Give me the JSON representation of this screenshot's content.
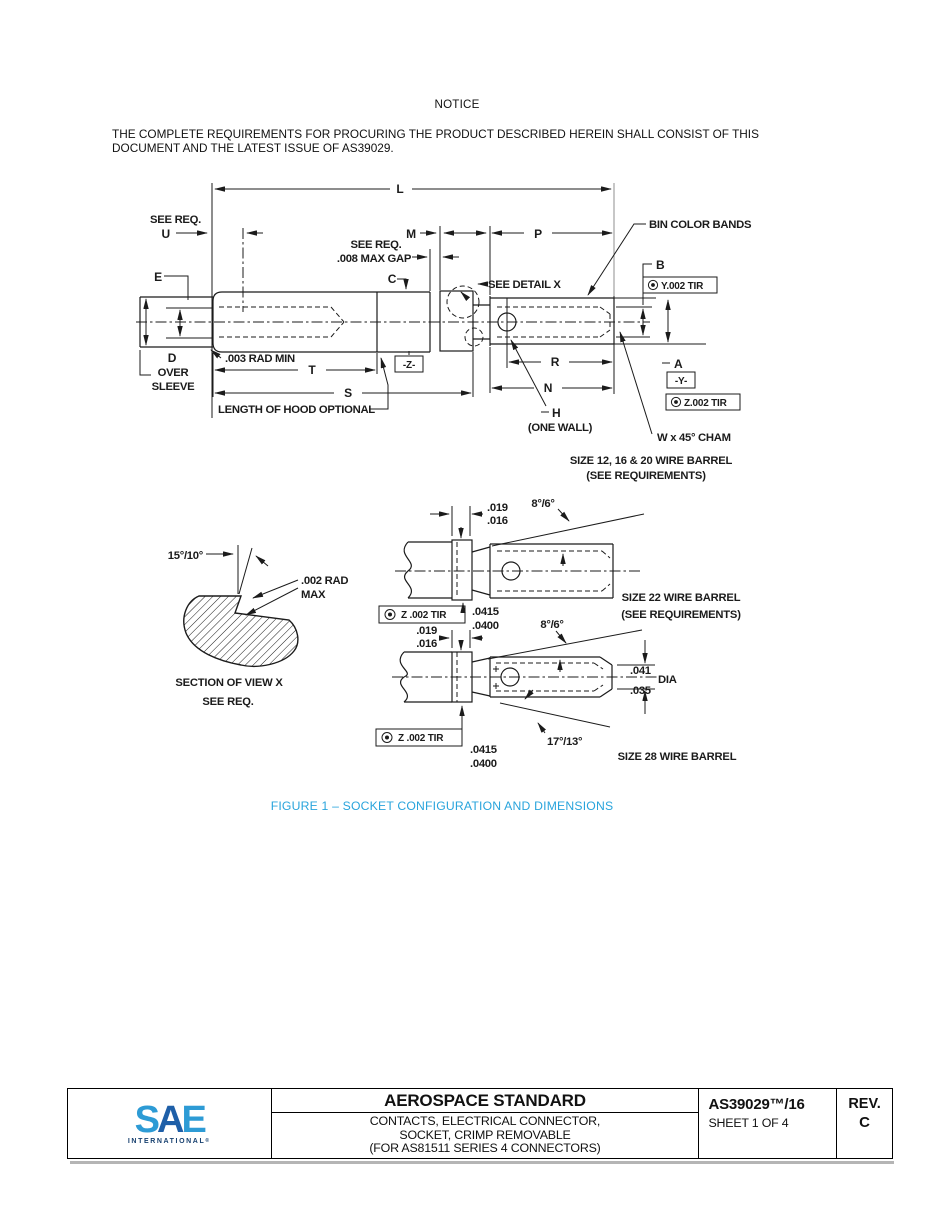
{
  "notice": {
    "title": "NOTICE",
    "body": "THE COMPLETE REQUIREMENTS FOR PROCURING THE PRODUCT DESCRIBED HEREIN SHALL CONSIST OF THIS DOCUMENT AND THE LATEST ISSUE OF AS39029."
  },
  "figure": {
    "caption": "FIGURE 1 – SOCKET CONFIGURATION AND DIMENSIONS",
    "main": {
      "dim_l": "L",
      "see_req": "SEE REQ.",
      "dim_u": "U",
      "dim_m": "M",
      "dim_p": "P",
      "bin_color_bands": "BIN COLOR BANDS",
      "gap_see_req": "SEE REQ.",
      "gap_note": ".008 MAX GAP",
      "dim_c": "C",
      "see_detail_x": "SEE DETAIL X",
      "dim_b": "B",
      "fcf_y": "Y.002 TIR",
      "dim_e": "E",
      "dim_d": "D",
      "over": "OVER",
      "sleeve": "SLEEVE",
      "rad_min": ".003 RAD MIN",
      "dim_t": "T",
      "datum_z": "-Z-",
      "dim_s": "S",
      "hood_note": "LENGTH OF HOOD OPTIONAL",
      "dim_r": "R",
      "dim_n": "N",
      "dim_h": "H",
      "one_wall": "(ONE WALL)",
      "dim_a": "A",
      "datum_y": "-Y-",
      "fcf_z": "Z.002 TIR",
      "cham_note": "W x 45° CHAM",
      "barrel_note": "SIZE 12, 16 & 20 WIRE BARREL",
      "barrel_note2": "(SEE REQUIREMENTS)"
    },
    "section": {
      "angle": "15°/10°",
      "rad1": ".002 RAD",
      "rad2": "MAX",
      "title": "SECTION OF VIEW X",
      "subtitle": "SEE REQ."
    },
    "size22": {
      "d019": ".019",
      "d016": ".016",
      "angle": "8°/6°",
      "fcf": "Z .002 TIR",
      "d0415": ".0415",
      "d0400": ".0400",
      "title": "SIZE 22 WIRE BARREL",
      "subtitle": "(SEE REQUIREMENTS)"
    },
    "size28": {
      "d019": ".019",
      "d016": ".016",
      "angle": "8°/6°",
      "d041": ".041",
      "d035": ".035",
      "dia": "DIA",
      "angle2": "17°/13°",
      "fcf": "Z .002 TIR",
      "d0415": ".0415",
      "d0400": ".0400",
      "title": "SIZE 28 WIRE BARREL"
    }
  },
  "footer": {
    "logo_s": "S",
    "logo_a": "A",
    "logo_e": "E",
    "logo_sub": "INTERNATIONAL",
    "logo_reg": "®",
    "title": "AEROSPACE STANDARD",
    "line1": "CONTACTS, ELECTRICAL CONNECTOR,",
    "line2": "SOCKET, CRIMP REMOVABLE",
    "line3": "(FOR AS81511 SERIES 4 CONNECTORS)",
    "doc_number": "AS39029™/16",
    "sheet": "SHEET 1 OF 4",
    "rev_label": "REV.",
    "rev_value": "C"
  },
  "colors": {
    "caption_blue": "#29A4DC",
    "logo_light": "#2D9BD5",
    "logo_dark": "#1E5FA8",
    "logo_navy": "#17406F"
  }
}
